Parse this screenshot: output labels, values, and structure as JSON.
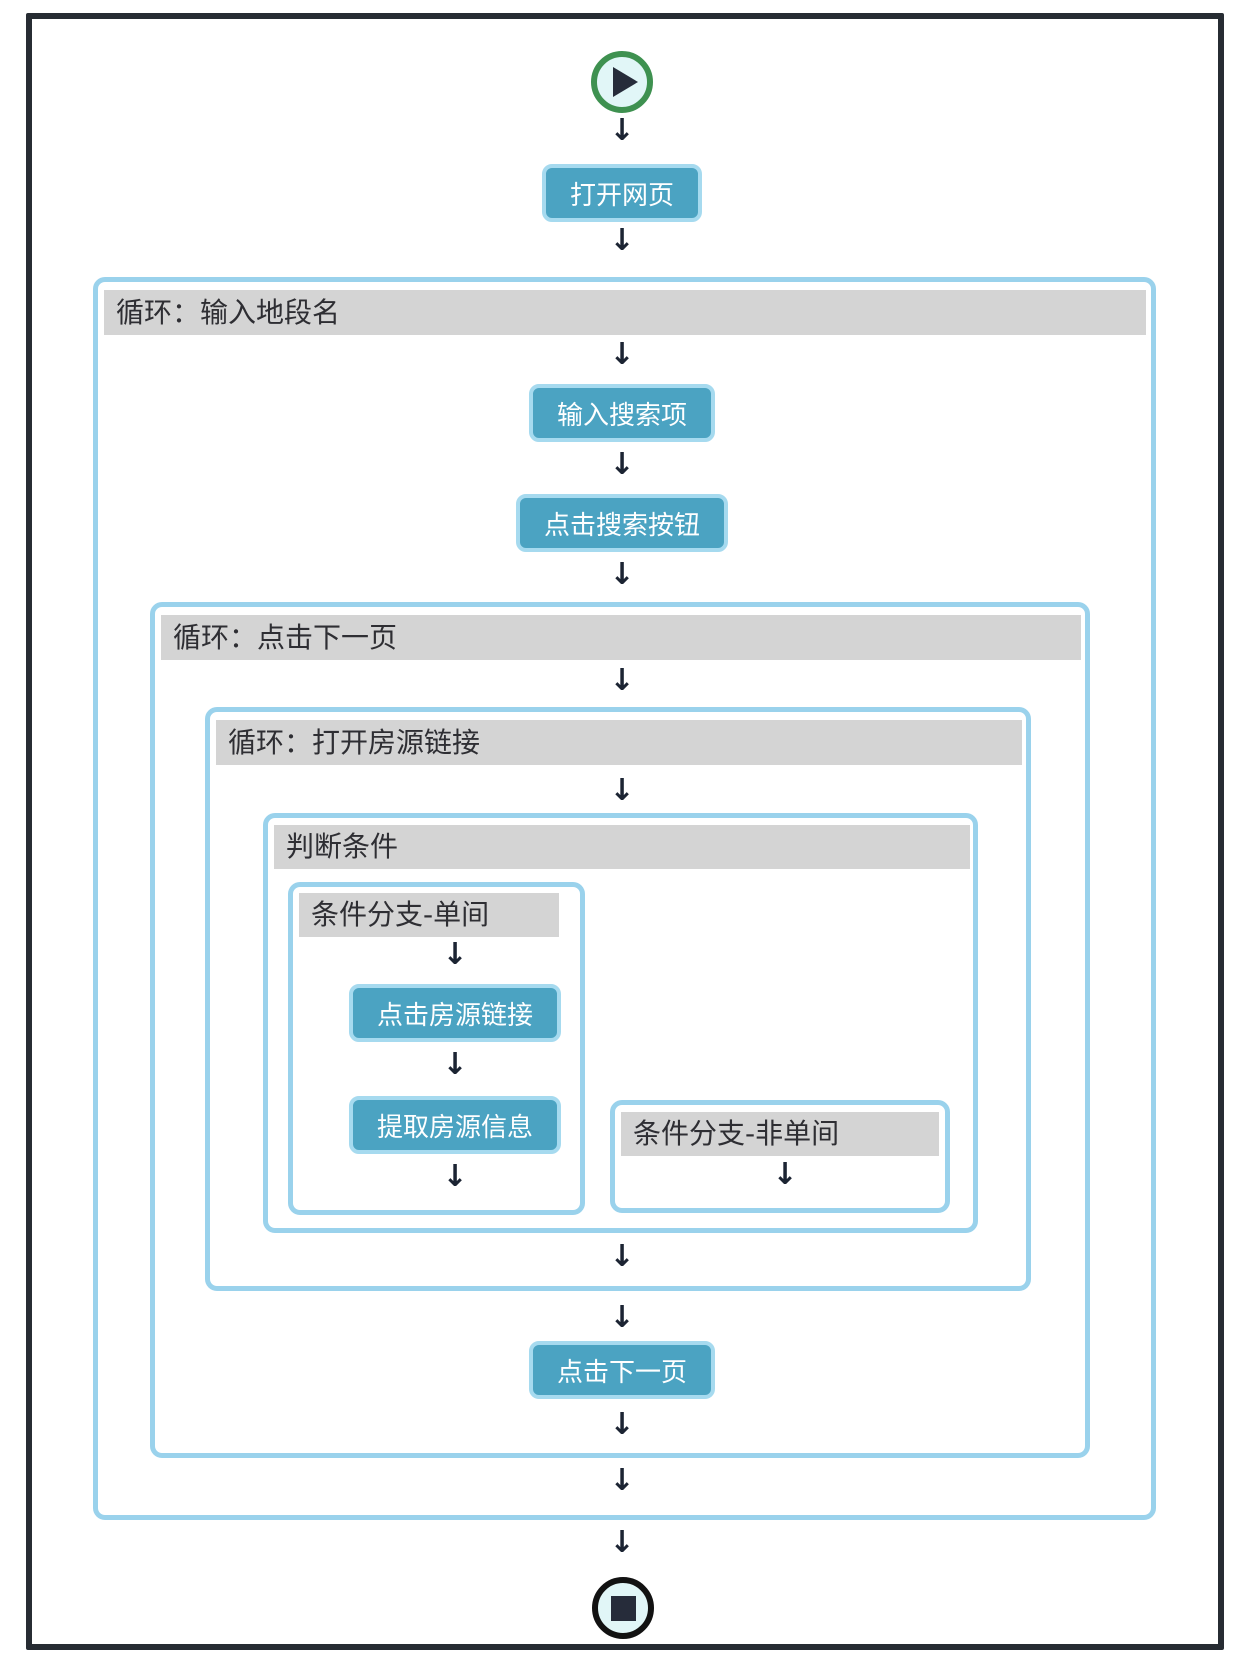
{
  "arrow_glyph": "↓",
  "buttons": {
    "open_page": "打开网页",
    "input_search": "输入搜索项",
    "click_search": "点击搜索按钮",
    "click_listing_link": "点击房源链接",
    "extract_listing_info": "提取房源信息",
    "click_next_page": "点击下一页"
  },
  "containers": {
    "loop_input_district": "循环：输入地段名",
    "loop_click_next_page": "循环：点击下一页",
    "loop_open_listing_links": "循环：打开房源链接",
    "condition": "判断条件",
    "branch_single_room": "条件分支-单间",
    "branch_not_single_room": "条件分支-非单间"
  },
  "icons": {
    "start": "play-icon",
    "end": "stop-icon"
  },
  "colors": {
    "frame": "#272C33",
    "container_border": "#9AD2EC",
    "header_bg": "#D4D4D4",
    "header_text": "#2E2E33",
    "button_fill": "#4BA3C2",
    "button_border": "#A6DAEF",
    "button_text": "#FFFFFF",
    "start_ring": "#3E9150",
    "stop_ring": "#121212",
    "icon_fill": "#E1F6F7",
    "glyph_dark": "#262C3A",
    "arrow": "#1C2433"
  }
}
